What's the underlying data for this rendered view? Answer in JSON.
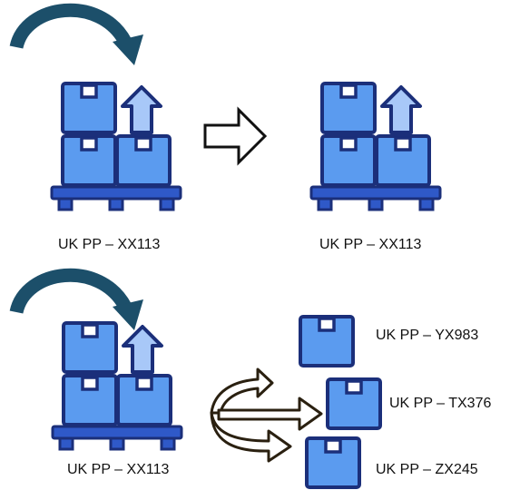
{
  "colors": {
    "box_fill": "#5b9bef",
    "outline": "#1b2f7a",
    "pallet": "#2f59c8",
    "up_arrow_fill": "#a8c8f8",
    "curved_arrow": "#1c4f6a",
    "split_arrow": "#2a2010"
  },
  "icons": {
    "curved": "curved-arrow-icon",
    "right": "hollow-right-arrow-icon",
    "split": "split-arrow-icon",
    "pallet": "pallet-boxes-icon",
    "box": "box-icon"
  },
  "labels": {
    "top_left": "UK PP – XX113",
    "top_right": "UK PP – XX113",
    "bottom_left": "UK PP – XX113",
    "split_1": "UK PP – YX983",
    "split_2": "UK PP – TX376",
    "split_3": "UK PP – ZX245"
  }
}
